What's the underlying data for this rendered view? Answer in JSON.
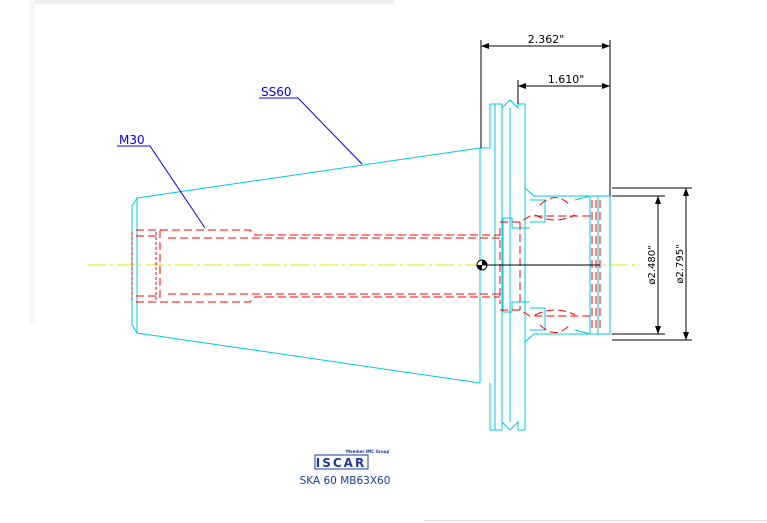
{
  "drawing": {
    "part_label": "SKA 60 MB63X60",
    "brand_tagline": "Member IMC Group",
    "brand_wordmark": "ISCAR",
    "labels": {
      "taper": "SS60",
      "thread": "M30"
    },
    "dimensions": {
      "overall_length": "2.362\"",
      "flange_to_face": "1.610\"",
      "inner_diameter": "ø2.480\"",
      "outer_diameter": "ø2.795\""
    }
  },
  "colors": {
    "body_outline": "#00c8e6",
    "hidden_lines": "#ff0000",
    "centerline": "#e6e600",
    "dimension_lines": "#000000",
    "leader_lines": "#0000ff",
    "brand": "#1a3c9c"
  }
}
